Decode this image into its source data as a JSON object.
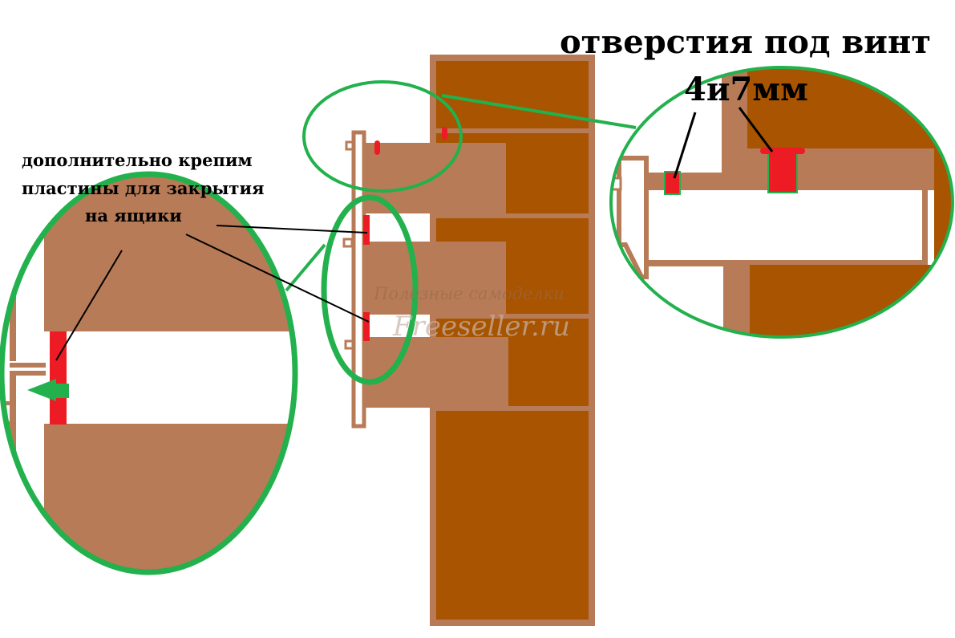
{
  "labels": {
    "holes_title": "отверстия под винт",
    "holes_sizes": "4и7мм",
    "plates_note_line1": "дополнительно крепим",
    "plates_note_line2": "пластины для закрытия",
    "plates_note_line3": "на ящики"
  },
  "watermark": {
    "line1": "Полезные самоделки",
    "line2": "Freeseller.ru"
  },
  "colors": {
    "wood_light": "#B87B57",
    "wood_dark": "#A85400",
    "highlight_green": "#22B14C",
    "fastener_red": "#ED1C24",
    "pointer_black": "#000000"
  }
}
